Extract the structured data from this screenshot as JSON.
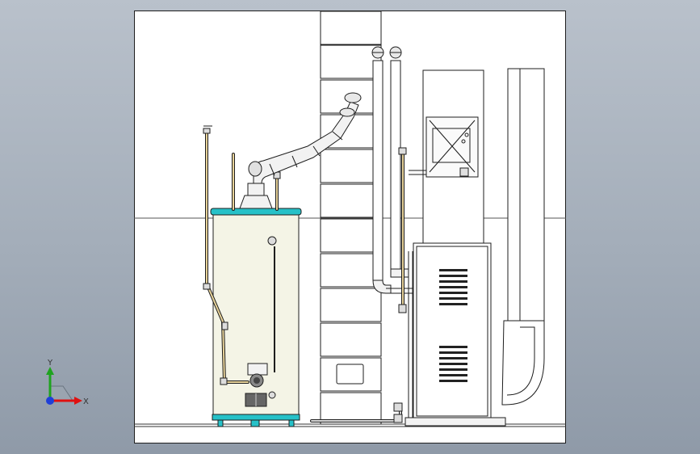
{
  "window": {
    "title": ""
  },
  "viewport": {
    "background": "#a9b2be",
    "sheet_color": "#ffffff",
    "line_color": "#1e1e1e"
  },
  "colors": {
    "tank_body": "#f4f4e6",
    "tank_trim": "#26c1c8",
    "copper_pipe": "#e8d39a",
    "flue_pipe": "#f2f2f2",
    "brick_fill": "#ffffff",
    "axis_x": "#e01010",
    "axis_y": "#1fa31f",
    "axis_z": "#1f3fd8"
  },
  "triad": {
    "x_label": "X",
    "y_label": "Y",
    "icons": [
      "x-axis-arrow",
      "y-axis-arrow",
      "z-axis-origin"
    ]
  },
  "scene": {
    "components": [
      "water-heater-tank",
      "chimney-column",
      "flue-vent-pipe",
      "furnace-unit",
      "supply-duct",
      "return-duct",
      "gas-line",
      "vent-pipes"
    ]
  }
}
